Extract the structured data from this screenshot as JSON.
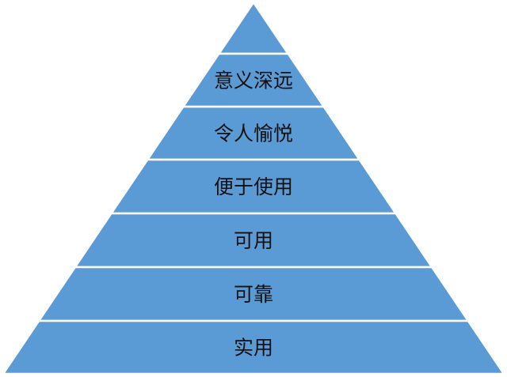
{
  "pyramid": {
    "layers": [
      {
        "label": ""
      },
      {
        "label": "意义深远"
      },
      {
        "label": "令人愉悦"
      },
      {
        "label": "便于使用"
      },
      {
        "label": "可用"
      },
      {
        "label": "可靠"
      },
      {
        "label": "实用"
      }
    ]
  },
  "colors": {
    "fill": "#5b9bd5",
    "stroke": "#ffffff",
    "text": "#111111",
    "background": "#ffffff"
  }
}
